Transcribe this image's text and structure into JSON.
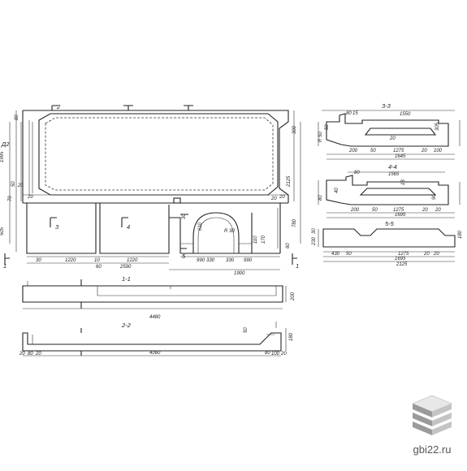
{
  "sections": {
    "s11": "1-1",
    "s22": "2-2",
    "s33": "3-3",
    "s44": "4-4",
    "s55": "5-5",
    "c1": "1",
    "c2": "2",
    "c3": "3",
    "c4": "4",
    "c5": "5",
    "d4": "Д2"
  },
  "dims": {
    "plan": [
      "1995",
      "2125",
      "505",
      "780",
      "300",
      "30",
      "1220",
      "10",
      "1220",
      "60",
      "2590",
      "990",
      "330",
      "330",
      "990",
      "1900",
      "610",
      "30",
      "80",
      "20",
      "20",
      "70",
      "20",
      "20",
      "170",
      "110",
      "R 30",
      "50",
      "60"
    ],
    "s11": [
      "4480",
      "200"
    ],
    "s22": [
      "4060",
      "20",
      "80",
      "20",
      "100",
      "20",
      "80",
      "180",
      "50"
    ],
    "s33": [
      "1550",
      "15",
      "80",
      "1275",
      "50",
      "20",
      "100",
      "1645",
      "200",
      "50",
      "20",
      "305",
      "R 50",
      "120",
      "90"
    ],
    "s44": [
      "1565",
      "20",
      "1275",
      "50",
      "1695",
      "80",
      "90",
      "18",
      "40",
      "200",
      "20",
      "80"
    ],
    "s55": [
      "1275",
      "1695",
      "2125",
      "430",
      "50",
      "20",
      "20",
      "30",
      "230",
      "180"
    ]
  },
  "brand": "gbi22.ru",
  "logo": "stacked-slabs-logo"
}
